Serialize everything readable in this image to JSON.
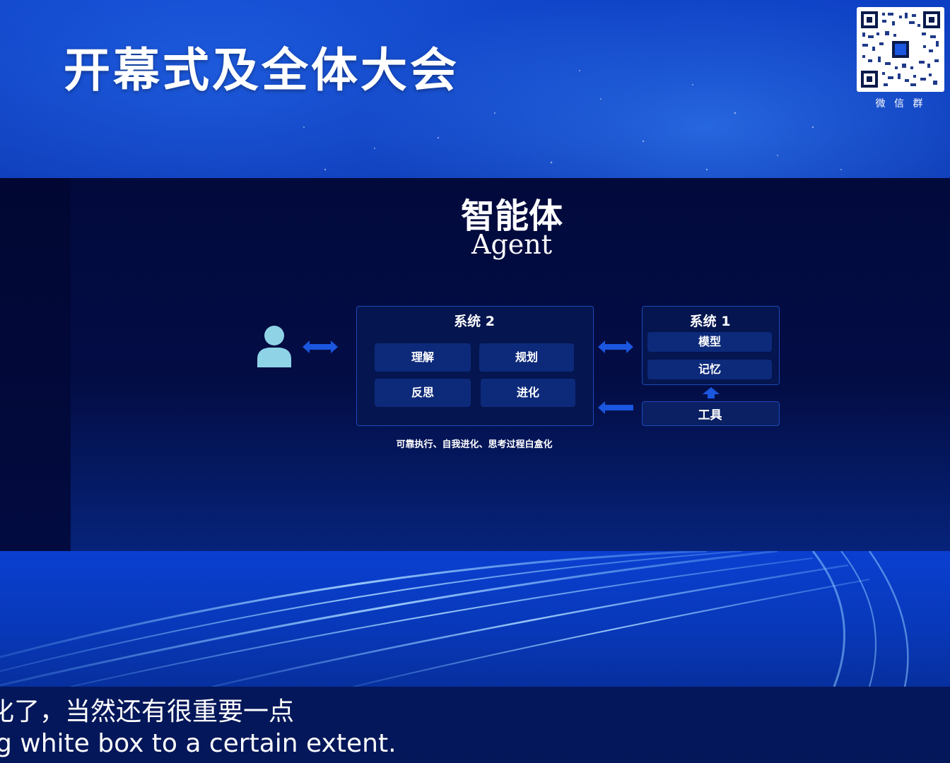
{
  "header": {
    "title": "开幕式及全体大会",
    "qr_caption": "微 信 群"
  },
  "slide": {
    "title": "智能体",
    "subtitle": "Agent",
    "system2": {
      "label": "系统 2",
      "items": [
        "理解",
        "规划",
        "反思",
        "进化"
      ]
    },
    "system1": {
      "label": "系统 1",
      "items": [
        "模型",
        "记忆"
      ]
    },
    "tools_label": "工具",
    "footnote": "可靠执行、自我进化、思考过程白盒化"
  },
  "captions": {
    "zh": "化了，当然还有很重要一点",
    "en": "g white box to a certain extent."
  },
  "colors": {
    "accent_blue": "#1a56e0",
    "box_border": "#1d47b8",
    "pill_bg": "#0d2a7a",
    "user_icon": "#8fd3e6"
  },
  "icons": {
    "user": "user-icon",
    "arrow_bi": "double-arrow-icon",
    "arrow_left": "arrow-left-icon",
    "arrow_up": "arrow-up-icon",
    "qr": "qr-code-icon"
  }
}
